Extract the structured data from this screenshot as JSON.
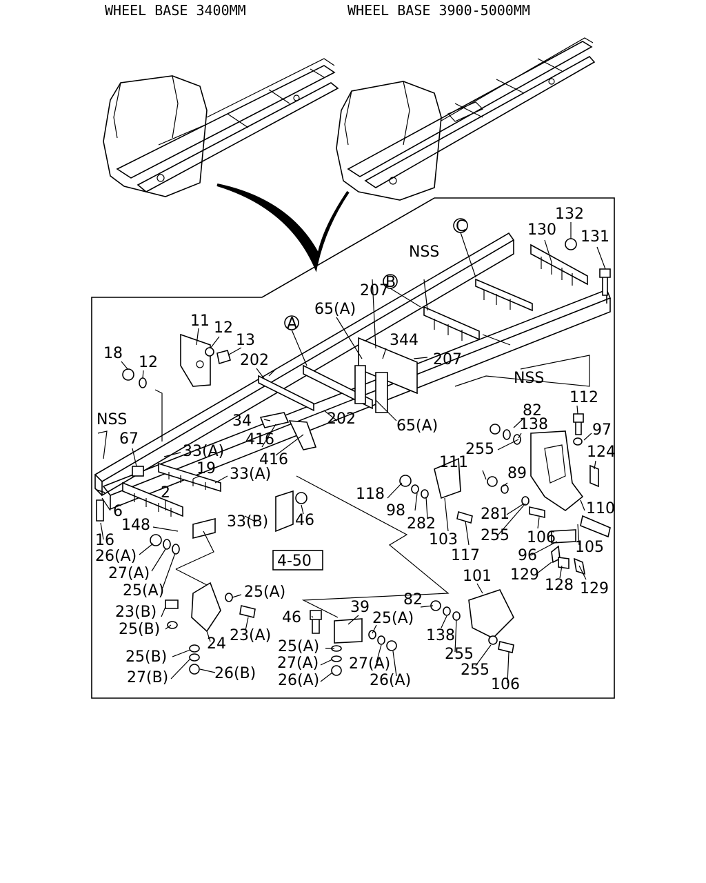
{
  "header": {
    "left_title": "WHEEL BASE 3400MM",
    "right_title": "WHEEL BASE 3900-5000MM"
  },
  "callouts": {
    "a": "A",
    "b": "B",
    "c": "C"
  },
  "reference_box": "4-50",
  "labels": [
    "132",
    "130",
    "131",
    "NSS",
    "207",
    "65(A)",
    "11",
    "12",
    "13",
    "18",
    "12",
    "202",
    "344",
    "207",
    "NSS",
    "34",
    "202",
    "65(A)",
    "416",
    "416",
    "NSS",
    "67",
    "33(A)",
    "19",
    "33(A)",
    "2",
    "6",
    "33(B)",
    "46",
    "148",
    "16",
    "26(A)",
    "27(A)",
    "25(A)",
    "82",
    "138",
    "112",
    "97",
    "255",
    "124",
    "111",
    "89",
    "118",
    "98",
    "282",
    "281",
    "110",
    "103",
    "255",
    "106",
    "105",
    "117",
    "96",
    "129",
    "128",
    "129",
    "101",
    "25(A)",
    "39",
    "82",
    "23(B)",
    "25(A)",
    "25(B)",
    "46",
    "23(A)",
    "138",
    "24",
    "25(A)",
    "255",
    "25(B)",
    "27(A)",
    "27(A)",
    "255",
    "27(B)",
    "26(B)",
    "26(A)",
    "26(A)",
    "106"
  ]
}
